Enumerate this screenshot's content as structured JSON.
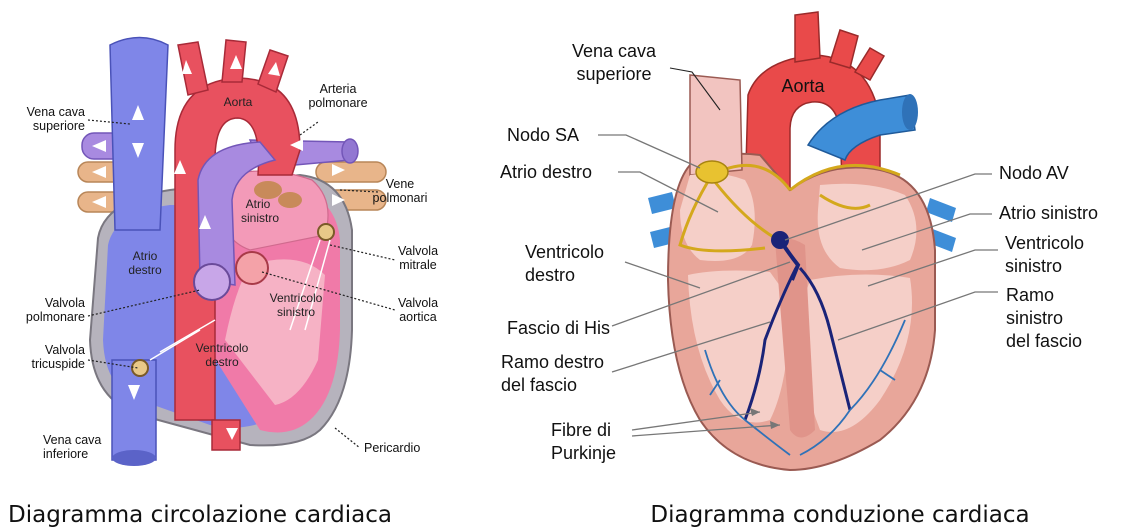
{
  "left_diagram": {
    "labels": {
      "aorta": "Aorta",
      "arteria_polmonare": [
        "Arteria",
        "polmonare"
      ],
      "vena_cava_superiore": [
        "Vena cava",
        "superiore"
      ],
      "vene_polmonari": [
        "Vene",
        "polmonari"
      ],
      "atrio_sinistro": [
        "Atrio",
        "sinistro"
      ],
      "valvola_mitrale": [
        "Valvola",
        "mitrale"
      ],
      "atrio_destro": [
        "Atrio",
        "destro"
      ],
      "valvola_aortica": [
        "Valvola",
        "aortica"
      ],
      "ventricolo_sinistro": [
        "Ventricolo",
        "sinistro"
      ],
      "valvola_polmonare": [
        "Valvola",
        "polmonare"
      ],
      "valvola_tricuspide": [
        "Valvola",
        "tricuspide"
      ],
      "ventricolo_destro": [
        "Ventricolo",
        "destro"
      ],
      "vena_cava_inferiore": [
        "Vena cava",
        "inferiore"
      ],
      "pericardio": "Pericardio"
    },
    "caption": "Diagramma circolazione cardiaca"
  },
  "right_diagram": {
    "labels": {
      "vena_cava_superiore": [
        "Vena cava",
        "superiore"
      ],
      "aorta": "Aorta",
      "nodo_sa": "Nodo SA",
      "atrio_destro": "Atrio destro",
      "nodo_av": "Nodo AV",
      "atrio_sinistro": "Atrio sinistro",
      "ventricolo_destro": [
        "Ventricolo",
        "destro"
      ],
      "ventricolo_sinistro": [
        "Ventricolo",
        "sinistro"
      ],
      "ramo_sinistro": [
        "Ramo",
        "sinistro",
        "del fascio"
      ],
      "fascio_di_his": "Fascio di His",
      "ramo_destro": [
        "Ramo destro",
        "del fascio"
      ],
      "fibre_purkinje": [
        "Fibre di",
        "Purkinje"
      ]
    },
    "caption": "Diagramma conduzione cardiaca"
  },
  "colors": {
    "venous_blue": "#7f86e8",
    "arterial_red": "#e8515f",
    "pulmonary_purple": "#a88ae0",
    "pulmonary_vein_tan": "#e8b58a",
    "myocardium_pink": "#f07aa8",
    "conduction_yellow": "#e8c230",
    "conduction_navy": "#1a2378",
    "heart_tissue_pink": "#f2c4c0"
  }
}
